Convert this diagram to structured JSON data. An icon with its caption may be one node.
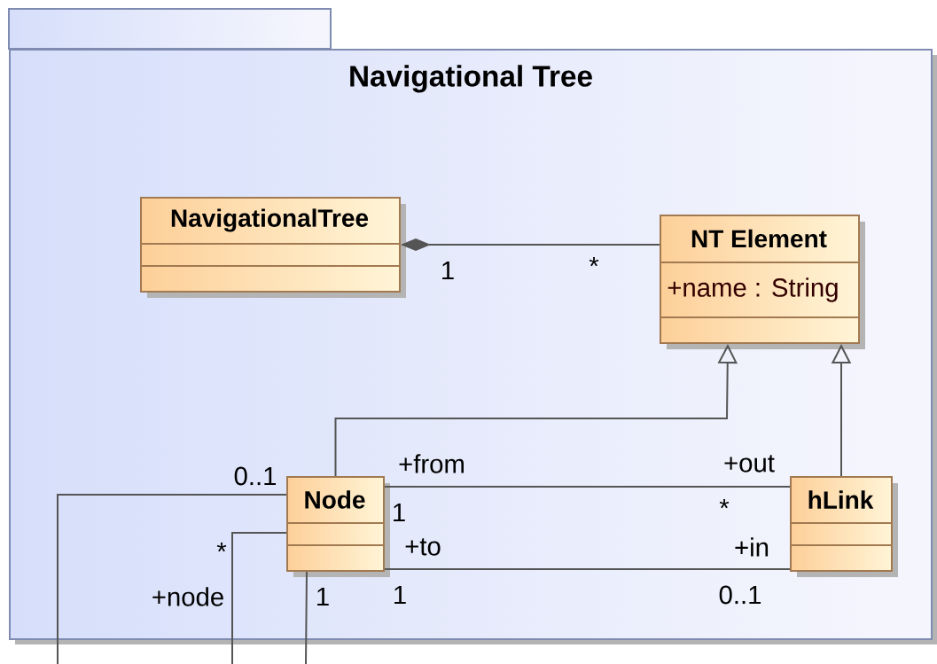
{
  "diagram": {
    "nodes": [
      {
        "text": [
          "Navigational Tree"
        ]
      },
      {
        "text": [
          "NavigationalTree"
        ],
        "in": 0
      },
      {
        "text": [
          "NT Element",
          "+name : String"
        ],
        "in": 0
      },
      {
        "text": [
          "Node"
        ],
        "in": 0
      },
      {
        "text": [
          "hLink"
        ],
        "in": 0
      }
    ],
    "edges": [
      {
        "from": 1,
        "to": 2,
        "arrow": "other"
      },
      {
        "from": 3,
        "to": 2,
        "arrow": "to"
      },
      {
        "from": 4,
        "to": 2,
        "arrow": "to"
      },
      {
        "from": 3,
        "to": 4,
        "arrow": "none"
      },
      {
        "from": 3,
        "to": 4,
        "arrow": "none"
      },
      {
        "from": 3,
        "to": null,
        "arrow": "none"
      },
      {
        "from": 3,
        "to": null,
        "arrow": "none"
      },
      {
        "from": 3,
        "to": null,
        "arrow": "none"
      }
    ],
    "labels": [
      "1",
      "*",
      "+from",
      "+out",
      "0..1",
      "1",
      "*",
      "*",
      "+to",
      "+in",
      "+node",
      "1",
      "1",
      "0..1"
    ]
  }
}
